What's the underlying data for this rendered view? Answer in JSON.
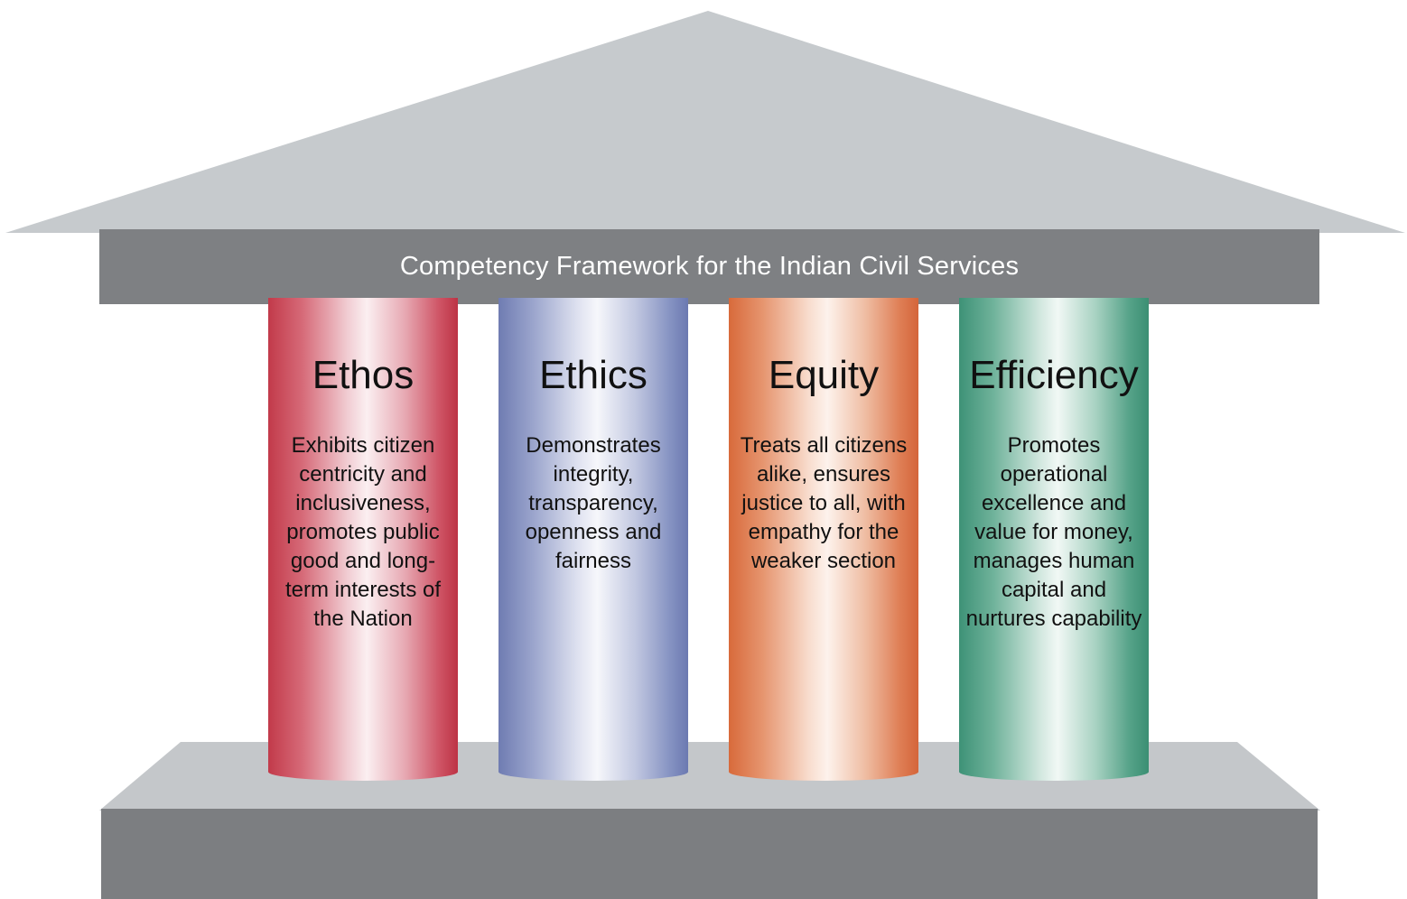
{
  "diagram": {
    "banner": "Competency Framework for the Indian Civil Services",
    "pillars": [
      {
        "name": "Ethos",
        "description": "Exhibits citizen centricity and inclusiveness, promotes public good and long-term interests of the Nation"
      },
      {
        "name": "Ethics",
        "description": "Demonstrates integrity, transparency, openness and fairness"
      },
      {
        "name": "Equity",
        "description": "Treats all citizens alike, ensures justice to all, with empathy for the weaker section"
      },
      {
        "name": "Efficiency",
        "description": "Promotes operational excellence and value for money, manages human capital and nurtures capability"
      }
    ],
    "colors": {
      "roof": "#c6cacd",
      "banner": "#7e8083",
      "base_top": "#c4c7ca",
      "base_front": "#7c7e81",
      "ethos": "#c23a4a",
      "ethics": "#6f7cb2",
      "equity": "#d86a3b",
      "efficiency": "#3e9277"
    }
  }
}
